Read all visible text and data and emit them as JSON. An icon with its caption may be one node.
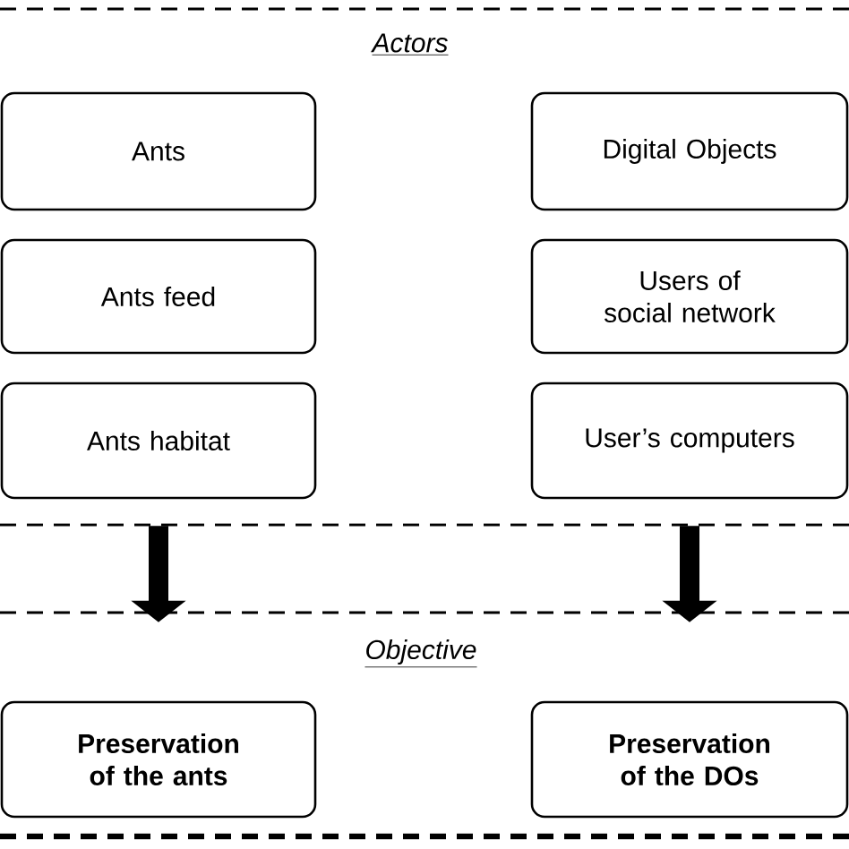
{
  "diagram": {
    "nodes": [
      {
        "text": [
          "Ants"
        ]
      },
      {
        "text": [
          "Ants feed"
        ]
      },
      {
        "text": [
          "Ants habitat"
        ]
      },
      {
        "text": [
          "Digital Objects"
        ]
      },
      {
        "text": [
          "Users of social network"
        ]
      },
      {
        "text": [
          "User’s computers"
        ]
      },
      {
        "text": [
          "Preservation of the ants"
        ]
      },
      {
        "text": [
          "Preservation of the DOs"
        ]
      }
    ],
    "edges": [
      {
        "from": 2,
        "to": 6,
        "arrow": "to"
      },
      {
        "from": 5,
        "to": 7,
        "arrow": "to"
      }
    ],
    "labels": [
      "Actors",
      "Objective"
    ]
  }
}
